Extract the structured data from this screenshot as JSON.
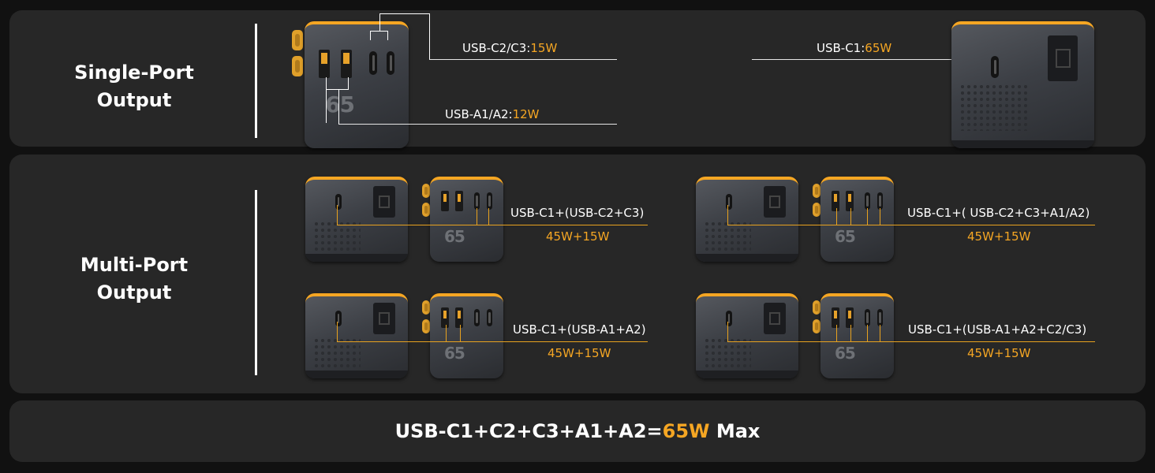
{
  "colors": {
    "accent": "#f5a623",
    "panel": "#272727",
    "background": "#111111"
  },
  "single_port": {
    "title_line1": "Single-Port",
    "title_line2": "Output",
    "label_c2c3_text": "USB-C2/C3:",
    "label_c2c3_power": "15W",
    "label_a1a2_text": "USB-A1/A2:",
    "label_a1a2_power": "12W",
    "label_c1_text": "USB-C1:",
    "label_c1_power": "65W",
    "watermark": "65"
  },
  "multi_port": {
    "title_line1": "Multi-Port",
    "title_line2": "Output",
    "combos": [
      {
        "label": "USB-C1+(USB-C2+C3)",
        "power": "45W+15W"
      },
      {
        "label": "USB-C1+( USB-C2+C3+A1/A2)",
        "power": "45W+15W"
      },
      {
        "label": "USB-C1+(USB-A1+A2)",
        "power": "45W+15W"
      },
      {
        "label": "USB-C1+(USB-A1+A2+C2/C3)",
        "power": "45W+15W"
      }
    ]
  },
  "max_line": {
    "prefix": "USB-C1+C2+C3+A1+A2=",
    "power": "65W",
    "suffix": " Max"
  }
}
